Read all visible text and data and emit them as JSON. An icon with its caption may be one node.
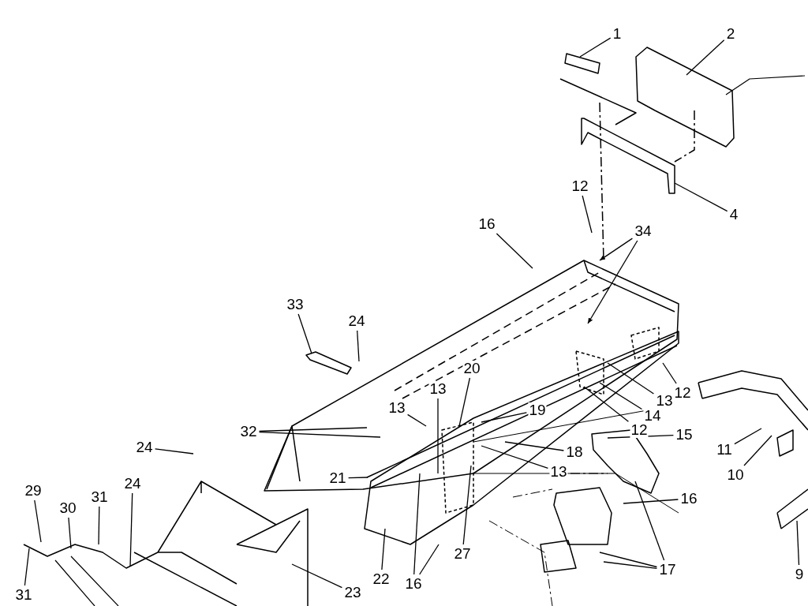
{
  "diagram": {
    "nodes": [
      {
        "text": [
          "1"
        ]
      },
      {
        "text": [
          "2"
        ]
      },
      {
        "text": [
          "4"
        ]
      },
      {
        "text": [
          "12"
        ]
      },
      {
        "text": [
          "16"
        ]
      },
      {
        "text": [
          "34"
        ]
      },
      {
        "text": [
          "33"
        ]
      },
      {
        "text": [
          "24"
        ]
      },
      {
        "text": [
          "32"
        ]
      },
      {
        "text": [
          "13"
        ]
      },
      {
        "text": [
          "13"
        ]
      },
      {
        "text": [
          "20"
        ]
      },
      {
        "text": [
          "19"
        ]
      },
      {
        "text": [
          "18"
        ]
      },
      {
        "text": [
          "13"
        ]
      },
      {
        "text": [
          "21"
        ]
      },
      {
        "text": [
          "22"
        ]
      },
      {
        "text": [
          "27"
        ]
      },
      {
        "text": [
          "16"
        ]
      },
      {
        "text": [
          "24"
        ]
      },
      {
        "text": [
          "24"
        ]
      },
      {
        "text": [
          "31"
        ]
      },
      {
        "text": [
          "30"
        ]
      },
      {
        "text": [
          "29"
        ]
      },
      {
        "text": [
          "31"
        ]
      },
      {
        "text": [
          "23"
        ]
      },
      {
        "text": [
          "12"
        ]
      },
      {
        "text": [
          "13"
        ]
      },
      {
        "text": [
          "14"
        ]
      },
      {
        "text": [
          "12"
        ]
      },
      {
        "text": [
          "15"
        ]
      },
      {
        "text": [
          "16"
        ]
      },
      {
        "text": [
          "17"
        ]
      },
      {
        "text": [
          "11"
        ]
      },
      {
        "text": [
          "10"
        ]
      },
      {
        "text": [
          "9"
        ]
      }
    ],
    "edges": [
      {
        "from": 0,
        "to": null,
        "arrow": "none"
      },
      {
        "from": 1,
        "to": null,
        "arrow": "none"
      },
      {
        "from": 2,
        "to": null,
        "arrow": "none"
      },
      {
        "from": 3,
        "to": null,
        "arrow": "none"
      },
      {
        "from": 4,
        "to": null,
        "arrow": "none"
      },
      {
        "from": 5,
        "to": null,
        "arrow": "to"
      },
      {
        "from": 5,
        "to": null,
        "arrow": "to"
      },
      {
        "from": 6,
        "to": null,
        "arrow": "none"
      },
      {
        "from": 7,
        "to": null,
        "arrow": "none"
      },
      {
        "from": 8,
        "to": null,
        "arrow": "none"
      },
      {
        "from": 8,
        "to": null,
        "arrow": "none"
      },
      {
        "from": 9,
        "to": null,
        "arrow": "none"
      },
      {
        "from": 10,
        "to": null,
        "arrow": "none"
      },
      {
        "from": 11,
        "to": null,
        "arrow": "none"
      },
      {
        "from": 12,
        "to": null,
        "arrow": "none"
      },
      {
        "from": 13,
        "to": null,
        "arrow": "none"
      },
      {
        "from": 14,
        "to": null,
        "arrow": "none"
      },
      {
        "from": 15,
        "to": null,
        "arrow": "none"
      },
      {
        "from": 16,
        "to": null,
        "arrow": "none"
      },
      {
        "from": 17,
        "to": null,
        "arrow": "none"
      },
      {
        "from": 18,
        "to": null,
        "arrow": "none"
      },
      {
        "from": 18,
        "to": null,
        "arrow": "none"
      },
      {
        "from": 19,
        "to": null,
        "arrow": "none"
      },
      {
        "from": 20,
        "to": null,
        "arrow": "none"
      },
      {
        "from": 21,
        "to": null,
        "arrow": "none"
      },
      {
        "from": 22,
        "to": null,
        "arrow": "none"
      },
      {
        "from": 23,
        "to": null,
        "arrow": "none"
      },
      {
        "from": 24,
        "to": null,
        "arrow": "none"
      },
      {
        "from": 25,
        "to": null,
        "arrow": "none"
      },
      {
        "from": 26,
        "to": null,
        "arrow": "none"
      },
      {
        "from": 27,
        "to": null,
        "arrow": "none"
      },
      {
        "from": 28,
        "to": null,
        "arrow": "none"
      },
      {
        "from": 29,
        "to": null,
        "arrow": "none"
      },
      {
        "from": 30,
        "to": null,
        "arrow": "none"
      },
      {
        "from": 31,
        "to": null,
        "arrow": "none"
      },
      {
        "from": 32,
        "to": null,
        "arrow": "none"
      },
      {
        "from": 32,
        "to": null,
        "arrow": "none"
      },
      {
        "from": 32,
        "to": null,
        "arrow": "none"
      },
      {
        "from": 33,
        "to": null,
        "arrow": "none"
      },
      {
        "from": 34,
        "to": null,
        "arrow": "none"
      },
      {
        "from": 35,
        "to": null,
        "arrow": "none"
      }
    ]
  }
}
